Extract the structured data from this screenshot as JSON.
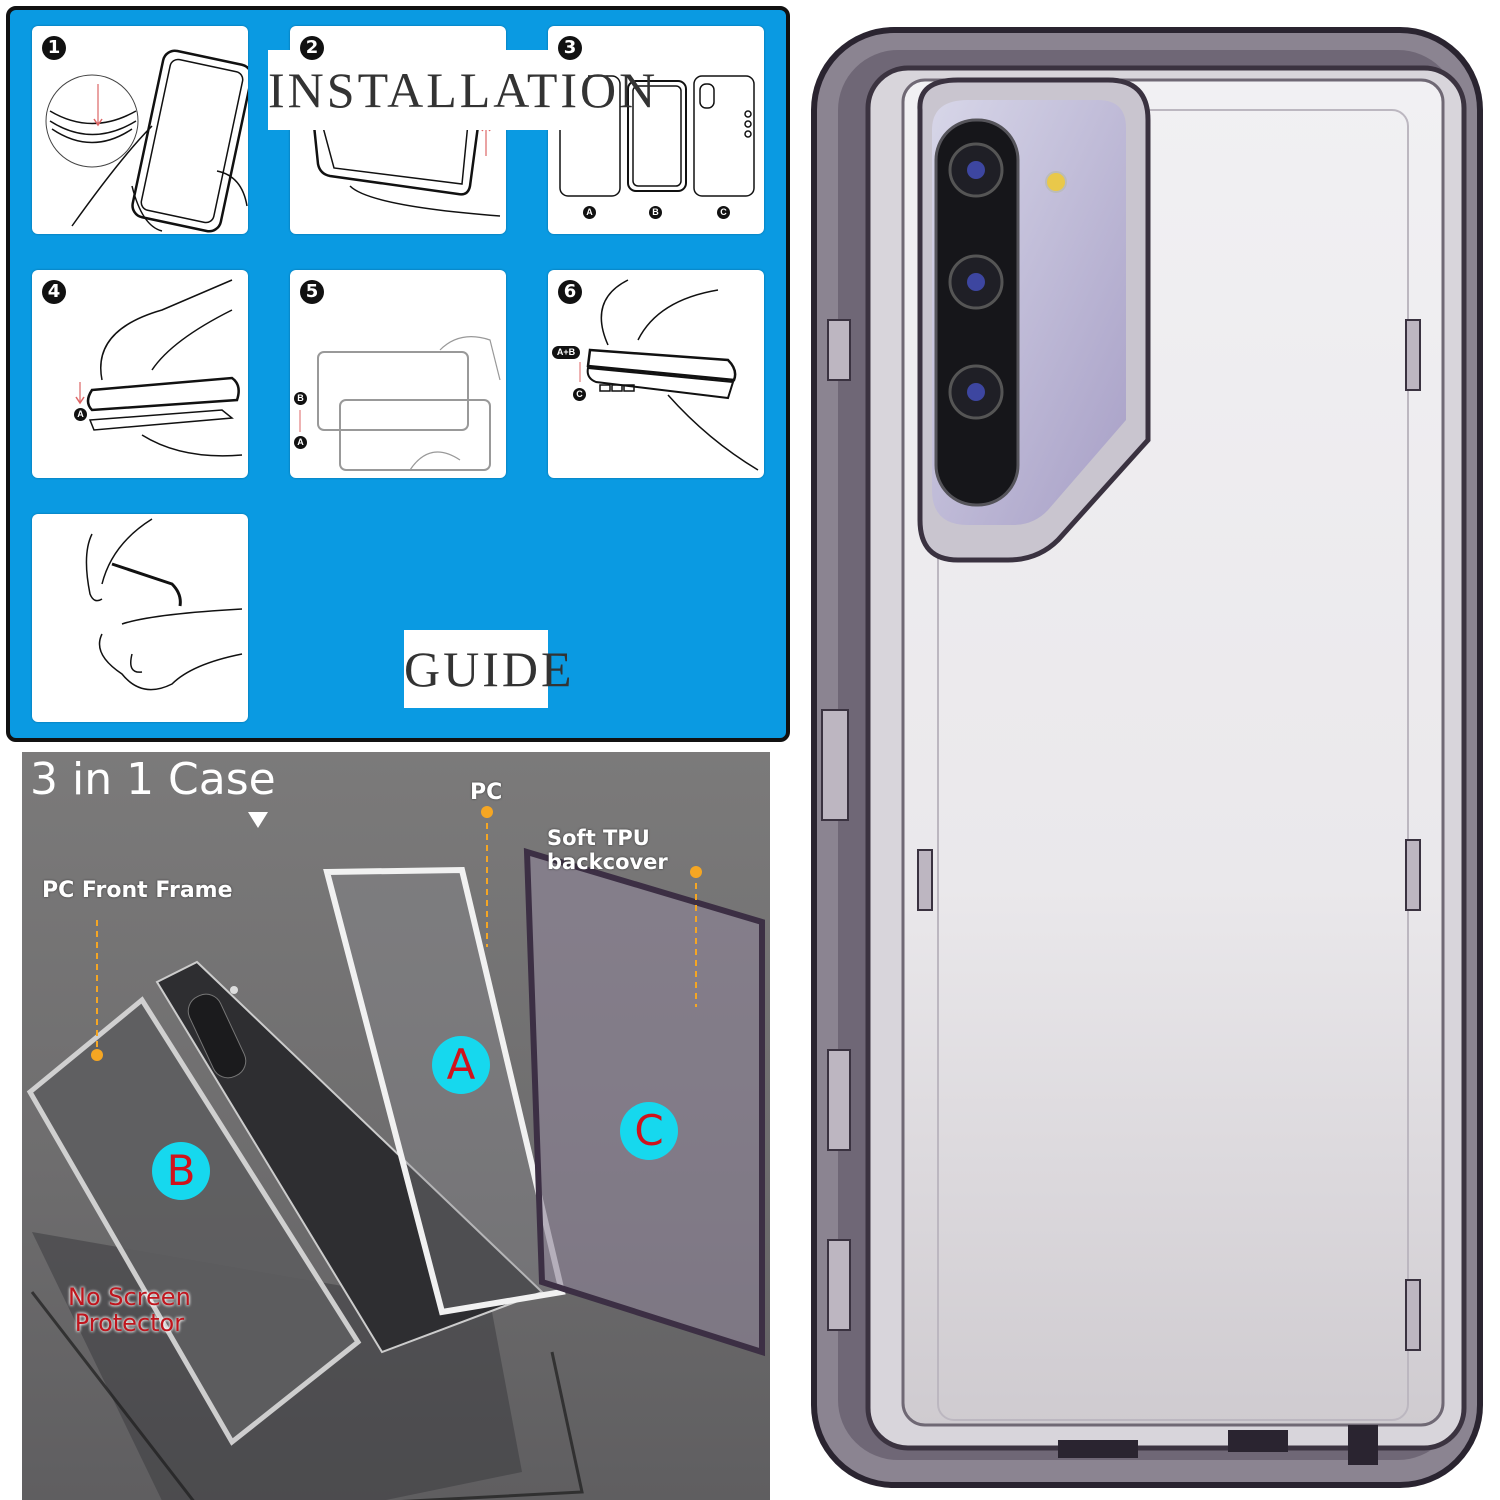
{
  "installation_guide": {
    "title_line1": "INSTALLATION",
    "title_line2": "GUIDE",
    "background_color": "#0a9ae2",
    "steps": [
      {
        "number": "1",
        "description": "Press case edge corner"
      },
      {
        "number": "2",
        "description": "Lift case frame edge"
      },
      {
        "number": "3",
        "description": "Case parts A, B, C",
        "parts": [
          "A",
          "B",
          "C"
        ]
      },
      {
        "number": "4",
        "description": "Insert phone into A",
        "labels": [
          "A"
        ]
      },
      {
        "number": "5",
        "description": "Attach B to A",
        "labels": [
          "B",
          "A"
        ]
      },
      {
        "number": "6",
        "description": "Attach A+B into C",
        "labels": [
          "A+B",
          "C"
        ]
      },
      {
        "number": "",
        "description": "Press edge to finish"
      }
    ]
  },
  "three_in_one": {
    "title": "3 in 1 Case",
    "labels": {
      "pc": "PC",
      "soft_tpu": "Soft TPU backcover",
      "front_frame": "PC Front Frame",
      "no_screen_line1": "No Screen",
      "no_screen_line2": "Protector"
    },
    "badges": {
      "a": "A",
      "b": "B",
      "c": "C"
    },
    "colors": {
      "badge_bg": "#16d8ee",
      "badge_text": "#d0121c",
      "leader": "#f5a623"
    }
  },
  "product": {
    "description": "Clear smoky-purple rugged phone case, rear view with triple camera"
  }
}
